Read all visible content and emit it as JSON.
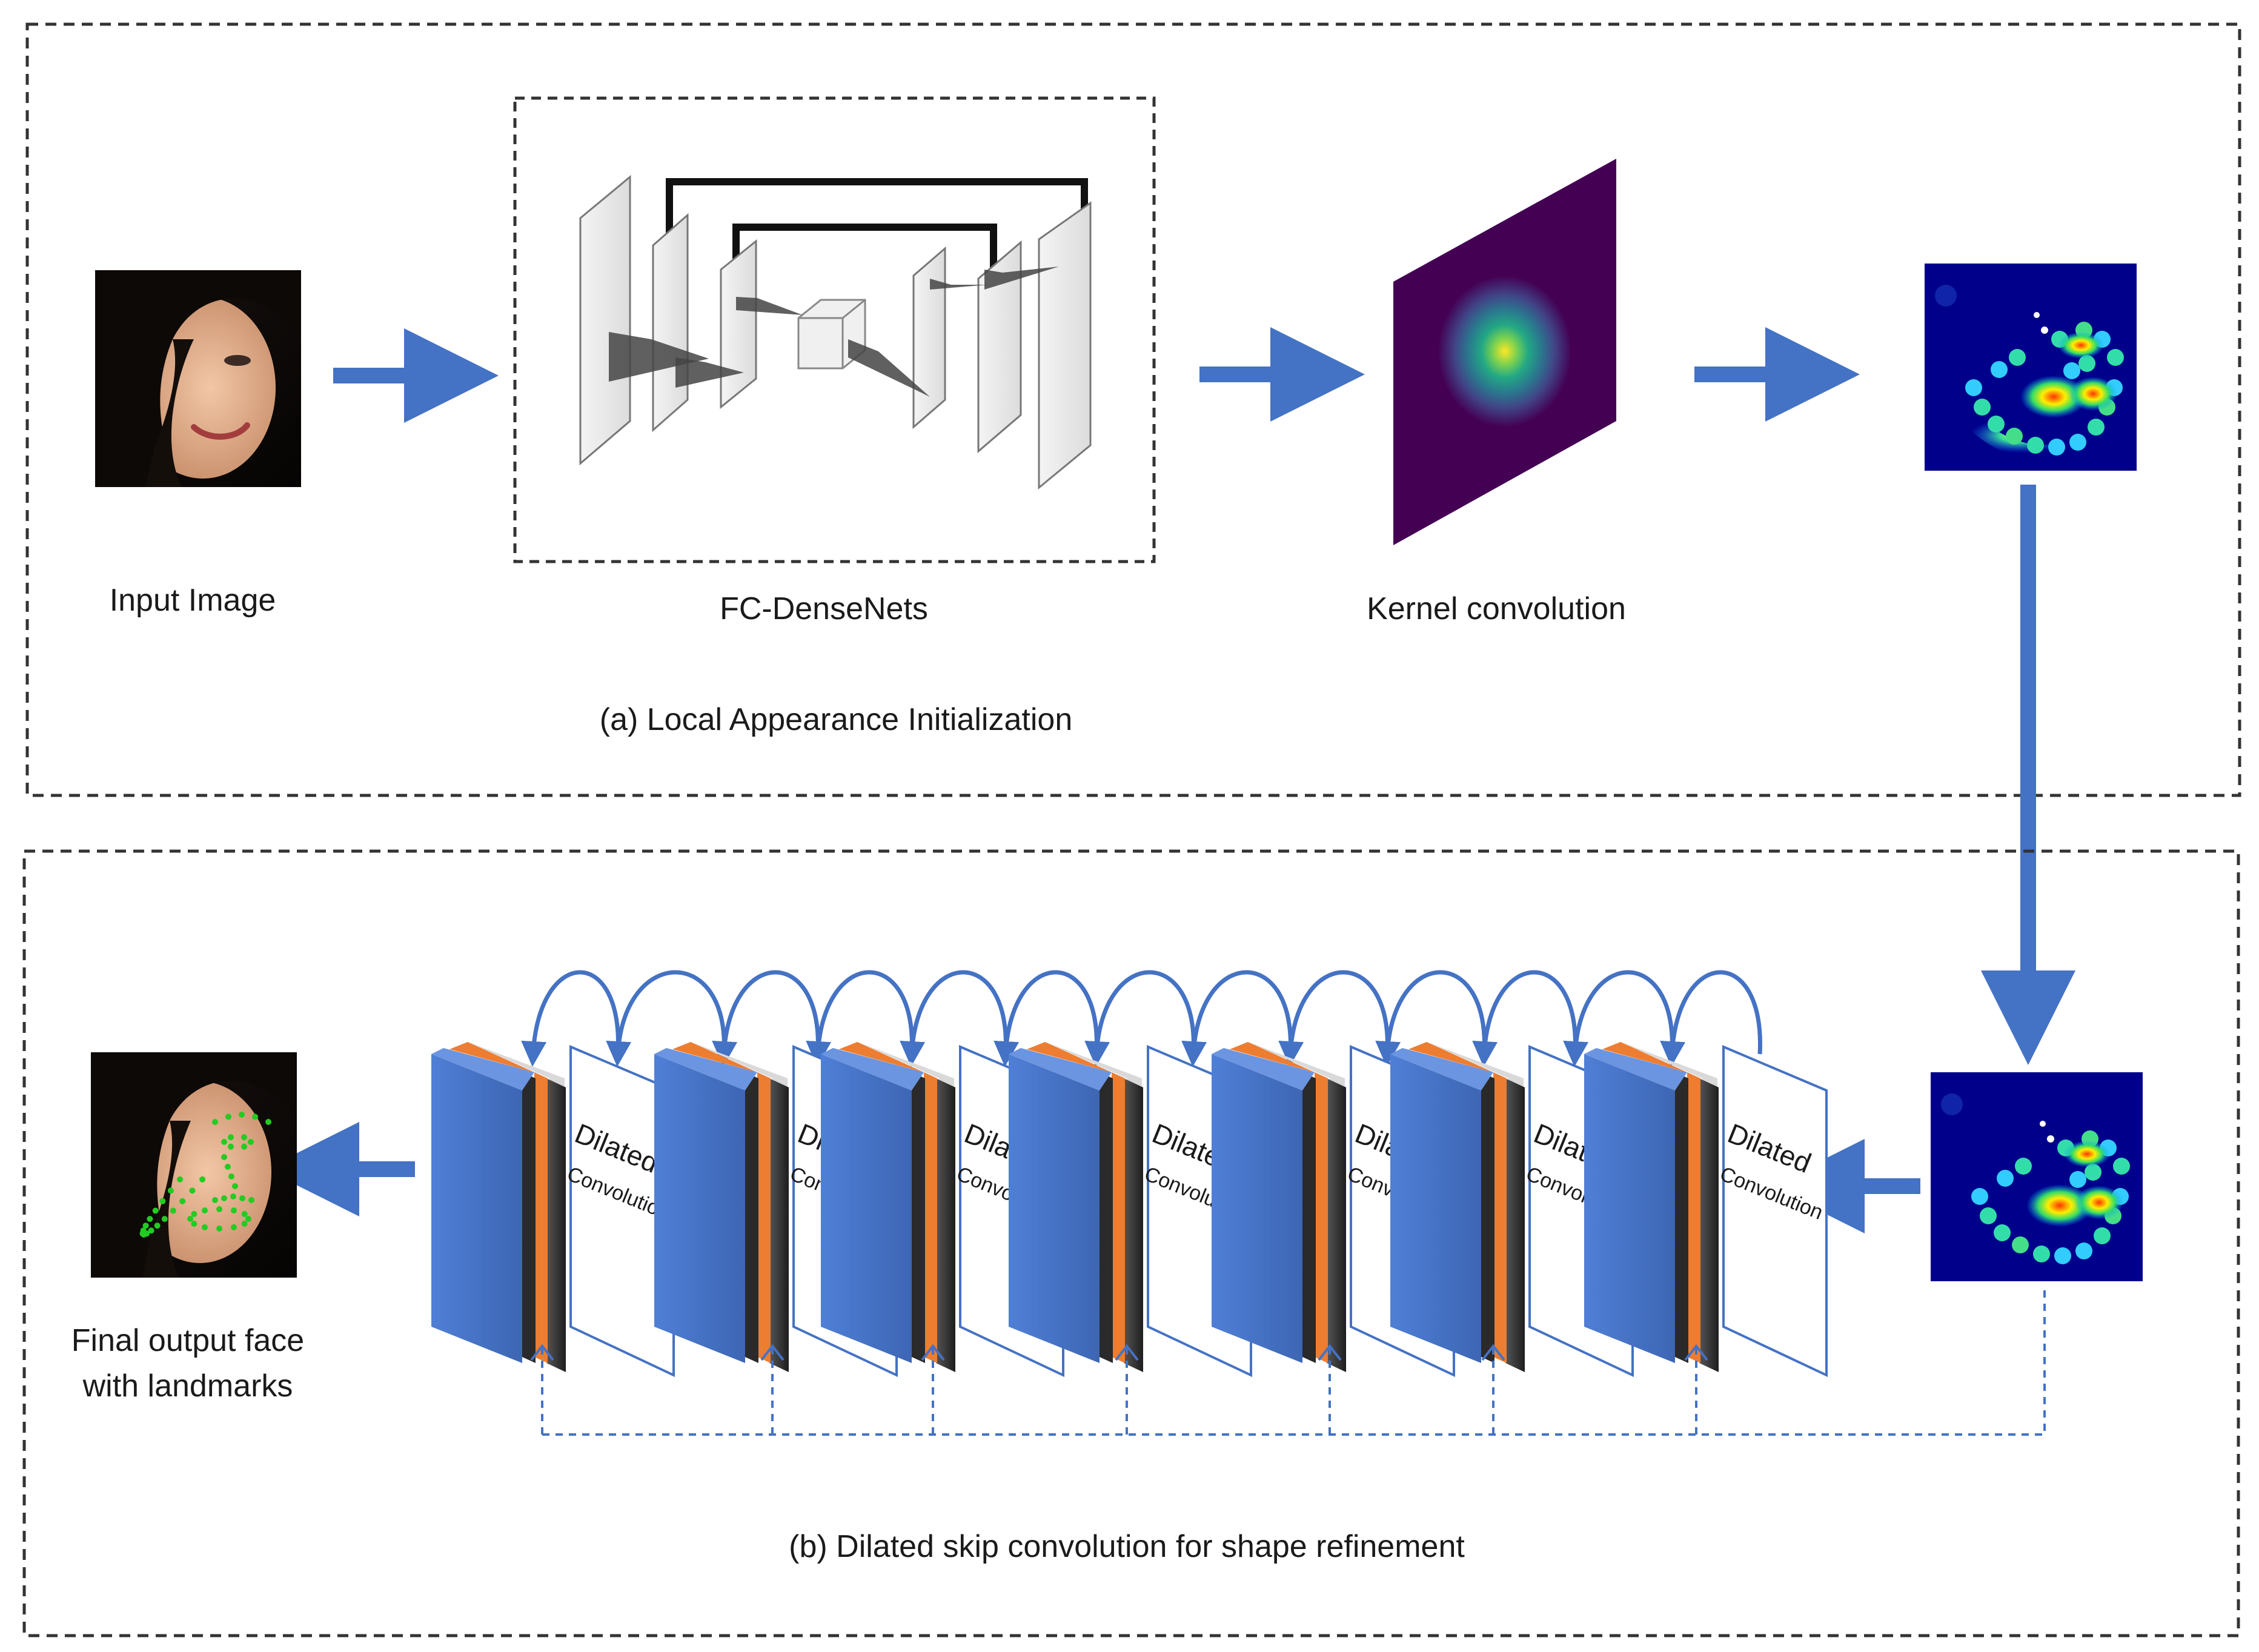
{
  "panel_a": {
    "caption": "(a)  Local Appearance Initialization",
    "input_label": "Input Image",
    "network_label": "FC-DenseNets",
    "kernel_label": "Kernel convolution"
  },
  "panel_b": {
    "caption": "(b) Dilated skip convolution for shape refinement",
    "output_label_line1": "Final output face",
    "output_label_line2": "with landmarks",
    "dilated_word1": "Dilated",
    "dilated_word2": "Convolution",
    "block_count": 7
  },
  "colors": {
    "arrow": "#4472c4",
    "block_blue": "#4472c4",
    "block_orange": "#ed7d31",
    "kernel_background": "#440154",
    "heatmap_background": "#00008b",
    "landmark_dots": "#22cc22"
  }
}
